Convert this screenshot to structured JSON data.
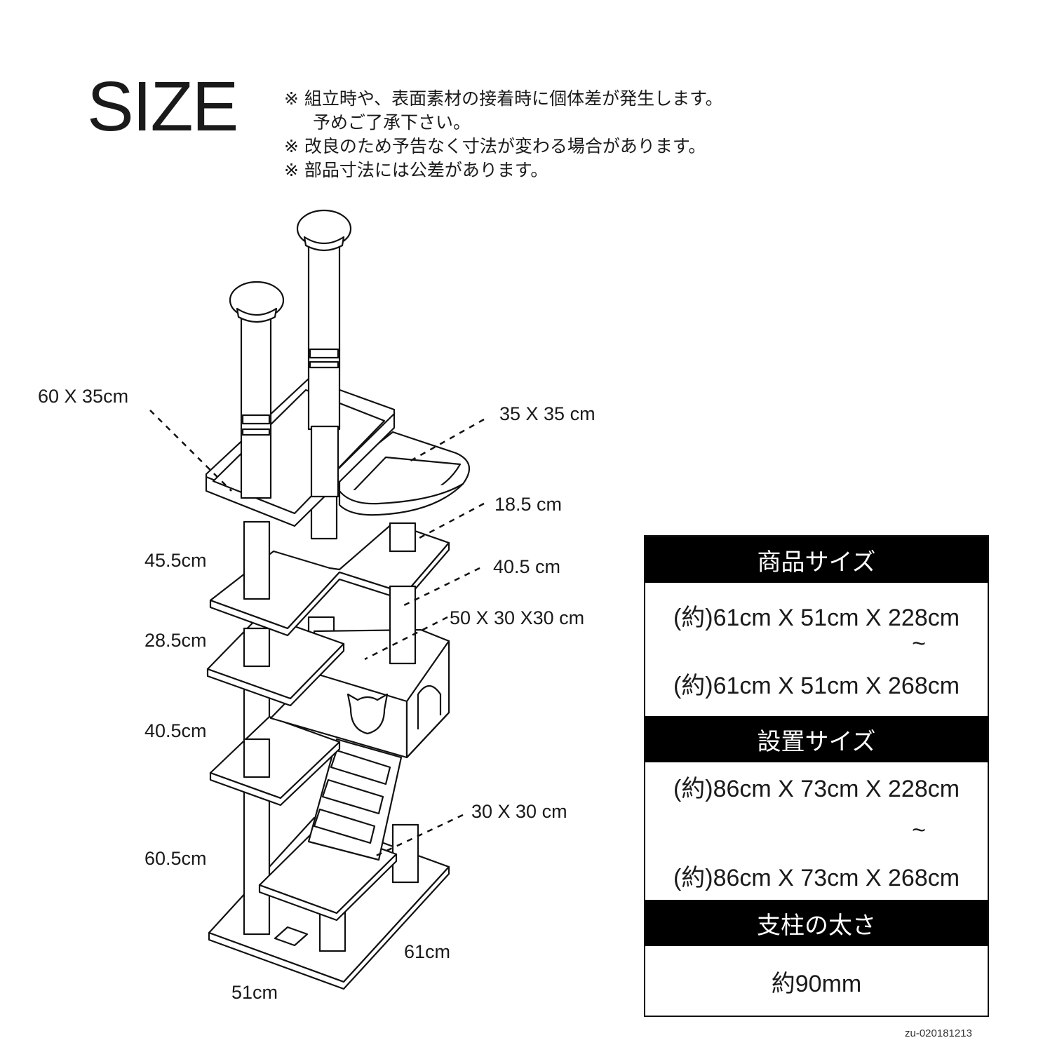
{
  "title": "SIZE",
  "notes": [
    "※ 組立時や、表面素材の接着時に個体差が発生します。",
    "予めご了承下さい。",
    "※ 改良のため予告なく寸法が変わる場合があります。",
    "※ 部品寸法には公差があります。"
  ],
  "labels": {
    "top_left_shelf": "60 X 35cm",
    "top_right_bed": "35 X 35 cm",
    "d18": "18.5 cm",
    "d40a": "40.5 cm",
    "box": "50 X 30 X30 cm",
    "h45": "45.5cm",
    "h28": "28.5cm",
    "h40": "40.5cm",
    "h60": "60.5cm",
    "step": "30 X 30 cm",
    "base_depth": "61cm",
    "base_width": "51cm"
  },
  "spec": {
    "product_header": "商品サイズ",
    "product_min": "(約)61cm X 51cm X 228cm",
    "tilde": "~",
    "product_max": "(約)61cm X 51cm X 268cm",
    "install_header": "設置サイズ",
    "install_min": "(約)86cm X 73cm X 228cm",
    "install_max": "(約)86cm X 73cm X 268cm",
    "pole_header": "支柱の太さ",
    "pole_value": "約90mm"
  },
  "footer": "zu-020181213"
}
